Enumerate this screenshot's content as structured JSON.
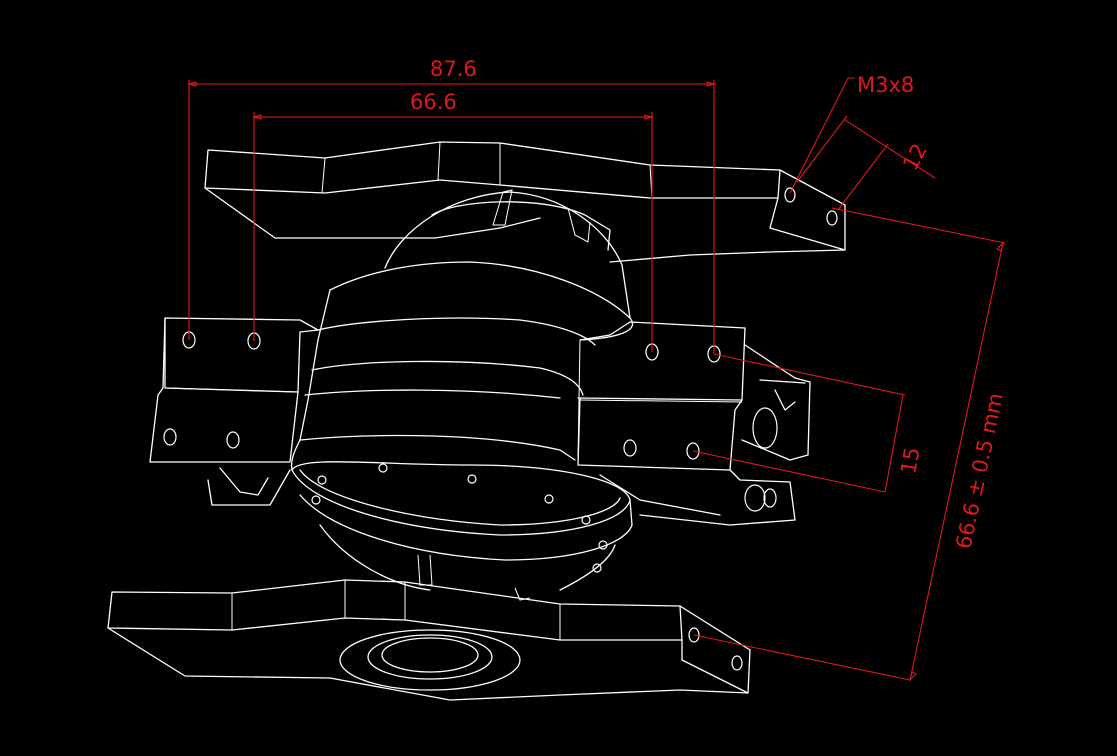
{
  "drawing": {
    "background": "#000000",
    "line_color": "#ffffff",
    "dimension_color": "#e01818",
    "dimensions": {
      "outer_hole_spacing": "87.6",
      "inner_hole_spacing": "66.6",
      "screw_callout": "M3x8",
      "screw_offset": "12",
      "side_hole_spacing": "15",
      "plate_spacing": "66.6 ± 0.5 mm"
    }
  }
}
